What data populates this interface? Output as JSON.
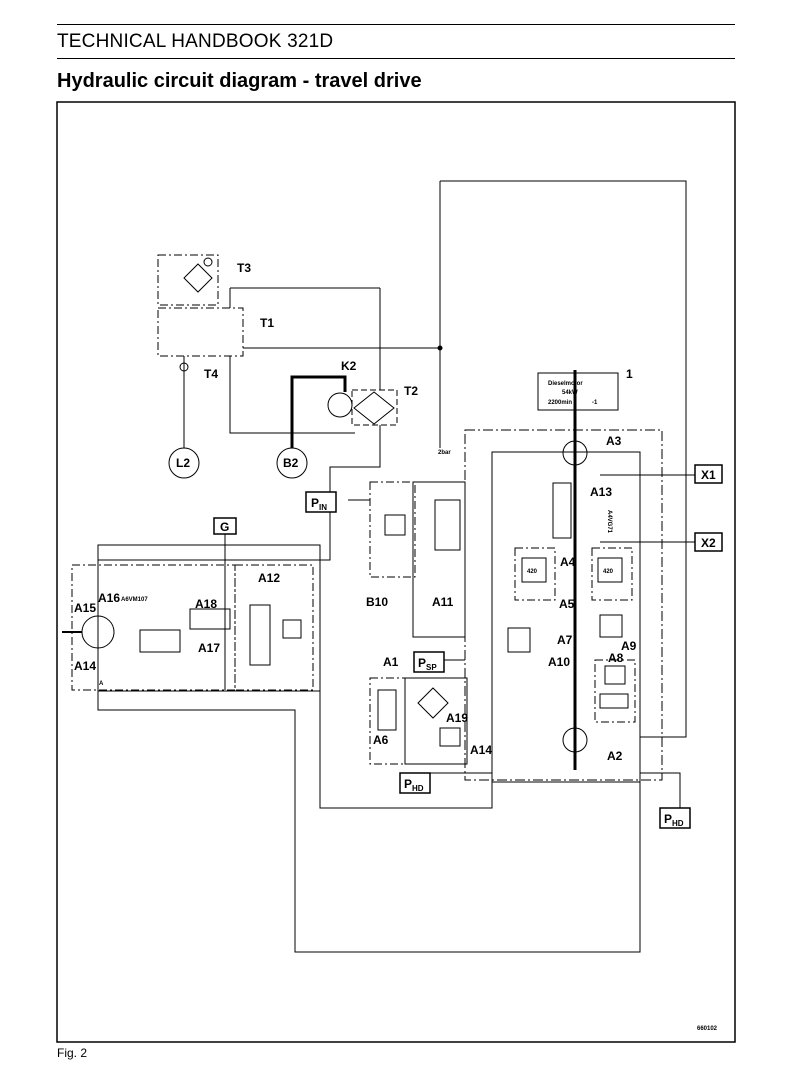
{
  "header": {
    "document_title": "TECHNICAL HANDBOOK 321D",
    "diagram_title": "Hydraulic circuit diagram - travel drive"
  },
  "footer": {
    "figure_caption": "Fig. 2",
    "drawing_number": "660102"
  },
  "components": {
    "t3": "T3",
    "t1": "T1",
    "t4": "T4",
    "k2": "K2",
    "t2": "T2",
    "l2": "L2",
    "b2": "B2",
    "engine": "1",
    "engine_line1": "Dieselmotor",
    "engine_line2": "54kW",
    "engine_line3": "2200min",
    "engine_line4": "-1",
    "a3": "A3",
    "a13": "A13",
    "pump_model": "A4VG71",
    "x1": "X1",
    "x2": "X2",
    "a4": "A4",
    "a5": "A5",
    "g": "G",
    "a12": "A12",
    "a16": "A16",
    "motor_model": "A6VM107",
    "a15": "A15",
    "a18": "A18",
    "a17": "A17",
    "a14_left": "A14",
    "a_port": "A",
    "b10": "B10",
    "a11": "A11",
    "a7": "A7",
    "a9": "A9",
    "a8": "A8",
    "a10": "A10",
    "a1": "A1",
    "a19": "A19",
    "a6": "A6",
    "a14_mid": "A14",
    "a2": "A2",
    "relief_a4": "420",
    "relief_a5": "420",
    "bar2": "2bar"
  },
  "ports": {
    "p_in_main": "P",
    "p_in_sub": "IN",
    "p_sp_main": "P",
    "p_sp_sub": "SP",
    "p_hd1_main": "P",
    "p_hd1_sub": "HD",
    "p_hd2_main": "P",
    "p_hd2_sub": "HD"
  }
}
